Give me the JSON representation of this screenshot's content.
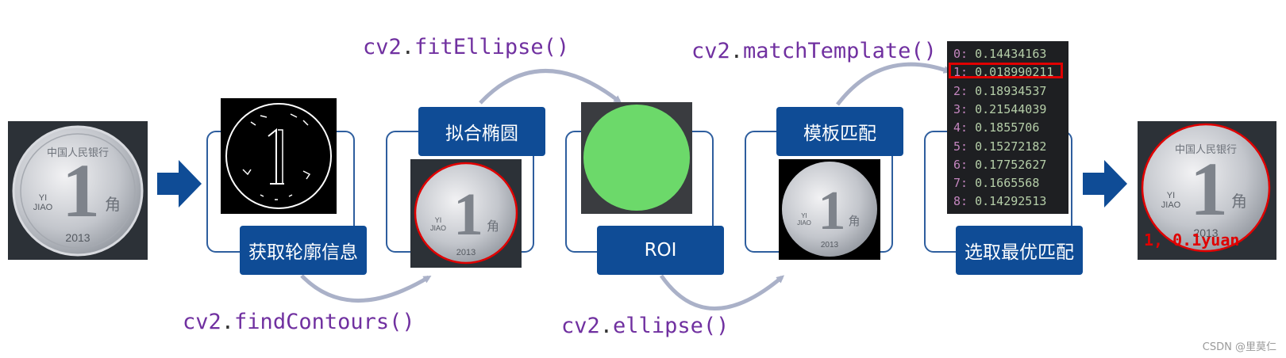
{
  "functions": {
    "fit_ellipse": {
      "prefix": "cv2",
      "name": "fitEllipse()"
    },
    "find_contours": {
      "prefix": "cv2",
      "name": "findContours()"
    },
    "ellipse": {
      "prefix": "cv2",
      "name": "ellipse()"
    },
    "match_template": {
      "prefix": "cv2",
      "name": "matchTemplate()"
    }
  },
  "steps": {
    "get_contour": "获取轮廓信息",
    "fit_ellipse": "拟合椭圆",
    "roi": "ROI",
    "template_match": "模板匹配",
    "select_best": "选取最优匹配"
  },
  "coin": {
    "denomination": "1",
    "top_text": "中国人民银行",
    "unit_pinyin_top": "YI",
    "unit_pinyin_bottom": "JIAO",
    "unit_char": "角",
    "year": "2013"
  },
  "scores": [
    {
      "index": "0:",
      "value": "0.14434163"
    },
    {
      "index": "1:",
      "value": "0.018990211"
    },
    {
      "index": "2:",
      "value": "0.18934537"
    },
    {
      "index": "3:",
      "value": "0.21544039"
    },
    {
      "index": "4:",
      "value": "0.1855706"
    },
    {
      "index": "5:",
      "value": "0.15272182"
    },
    {
      "index": "6:",
      "value": "0.17752627"
    },
    {
      "index": "7:",
      "value": "0.1665568"
    },
    {
      "index": "8:",
      "value": "0.14292513"
    }
  ],
  "highlighted_score_index": 1,
  "result_label": "1, 0.1yuan",
  "watermark": "CSDN @里莫仁",
  "colors": {
    "step_box": "#0f4c96",
    "function_text": "#7030a0",
    "arrow": "#0f4c96",
    "curve": "#aab1c8",
    "roi_disc": "#6cd96a",
    "highlight": "#e00000",
    "result_text": "#e00000"
  }
}
